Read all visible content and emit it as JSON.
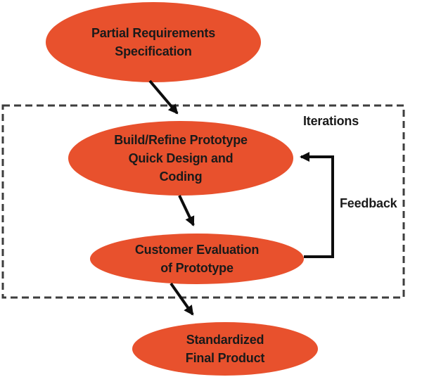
{
  "diagram": {
    "nodes": {
      "partial": {
        "lines": [
          "Partial Requirements",
          "Specification"
        ]
      },
      "build": {
        "lines": [
          "Build/Refine Prototype",
          "Quick Design and",
          "Coding"
        ]
      },
      "customer": {
        "lines": [
          "Customer Evaluation",
          "of Prototype"
        ]
      },
      "final": {
        "lines": [
          "Standardized",
          "Final Product"
        ]
      }
    },
    "labels": {
      "iterations": "Iterations",
      "feedback": "Feedback"
    },
    "edges": [
      {
        "from": "partial",
        "to": "build"
      },
      {
        "from": "build",
        "to": "customer"
      },
      {
        "from": "customer",
        "to": "final"
      },
      {
        "from": "customer",
        "to": "build",
        "label": "Feedback"
      }
    ],
    "colors": {
      "node_fill": "#E8512D",
      "text": "#1A1A1A",
      "arrow": "#0D0D0D",
      "dashed_border": "#3D3D3D",
      "background": "#FFFFFF"
    }
  }
}
